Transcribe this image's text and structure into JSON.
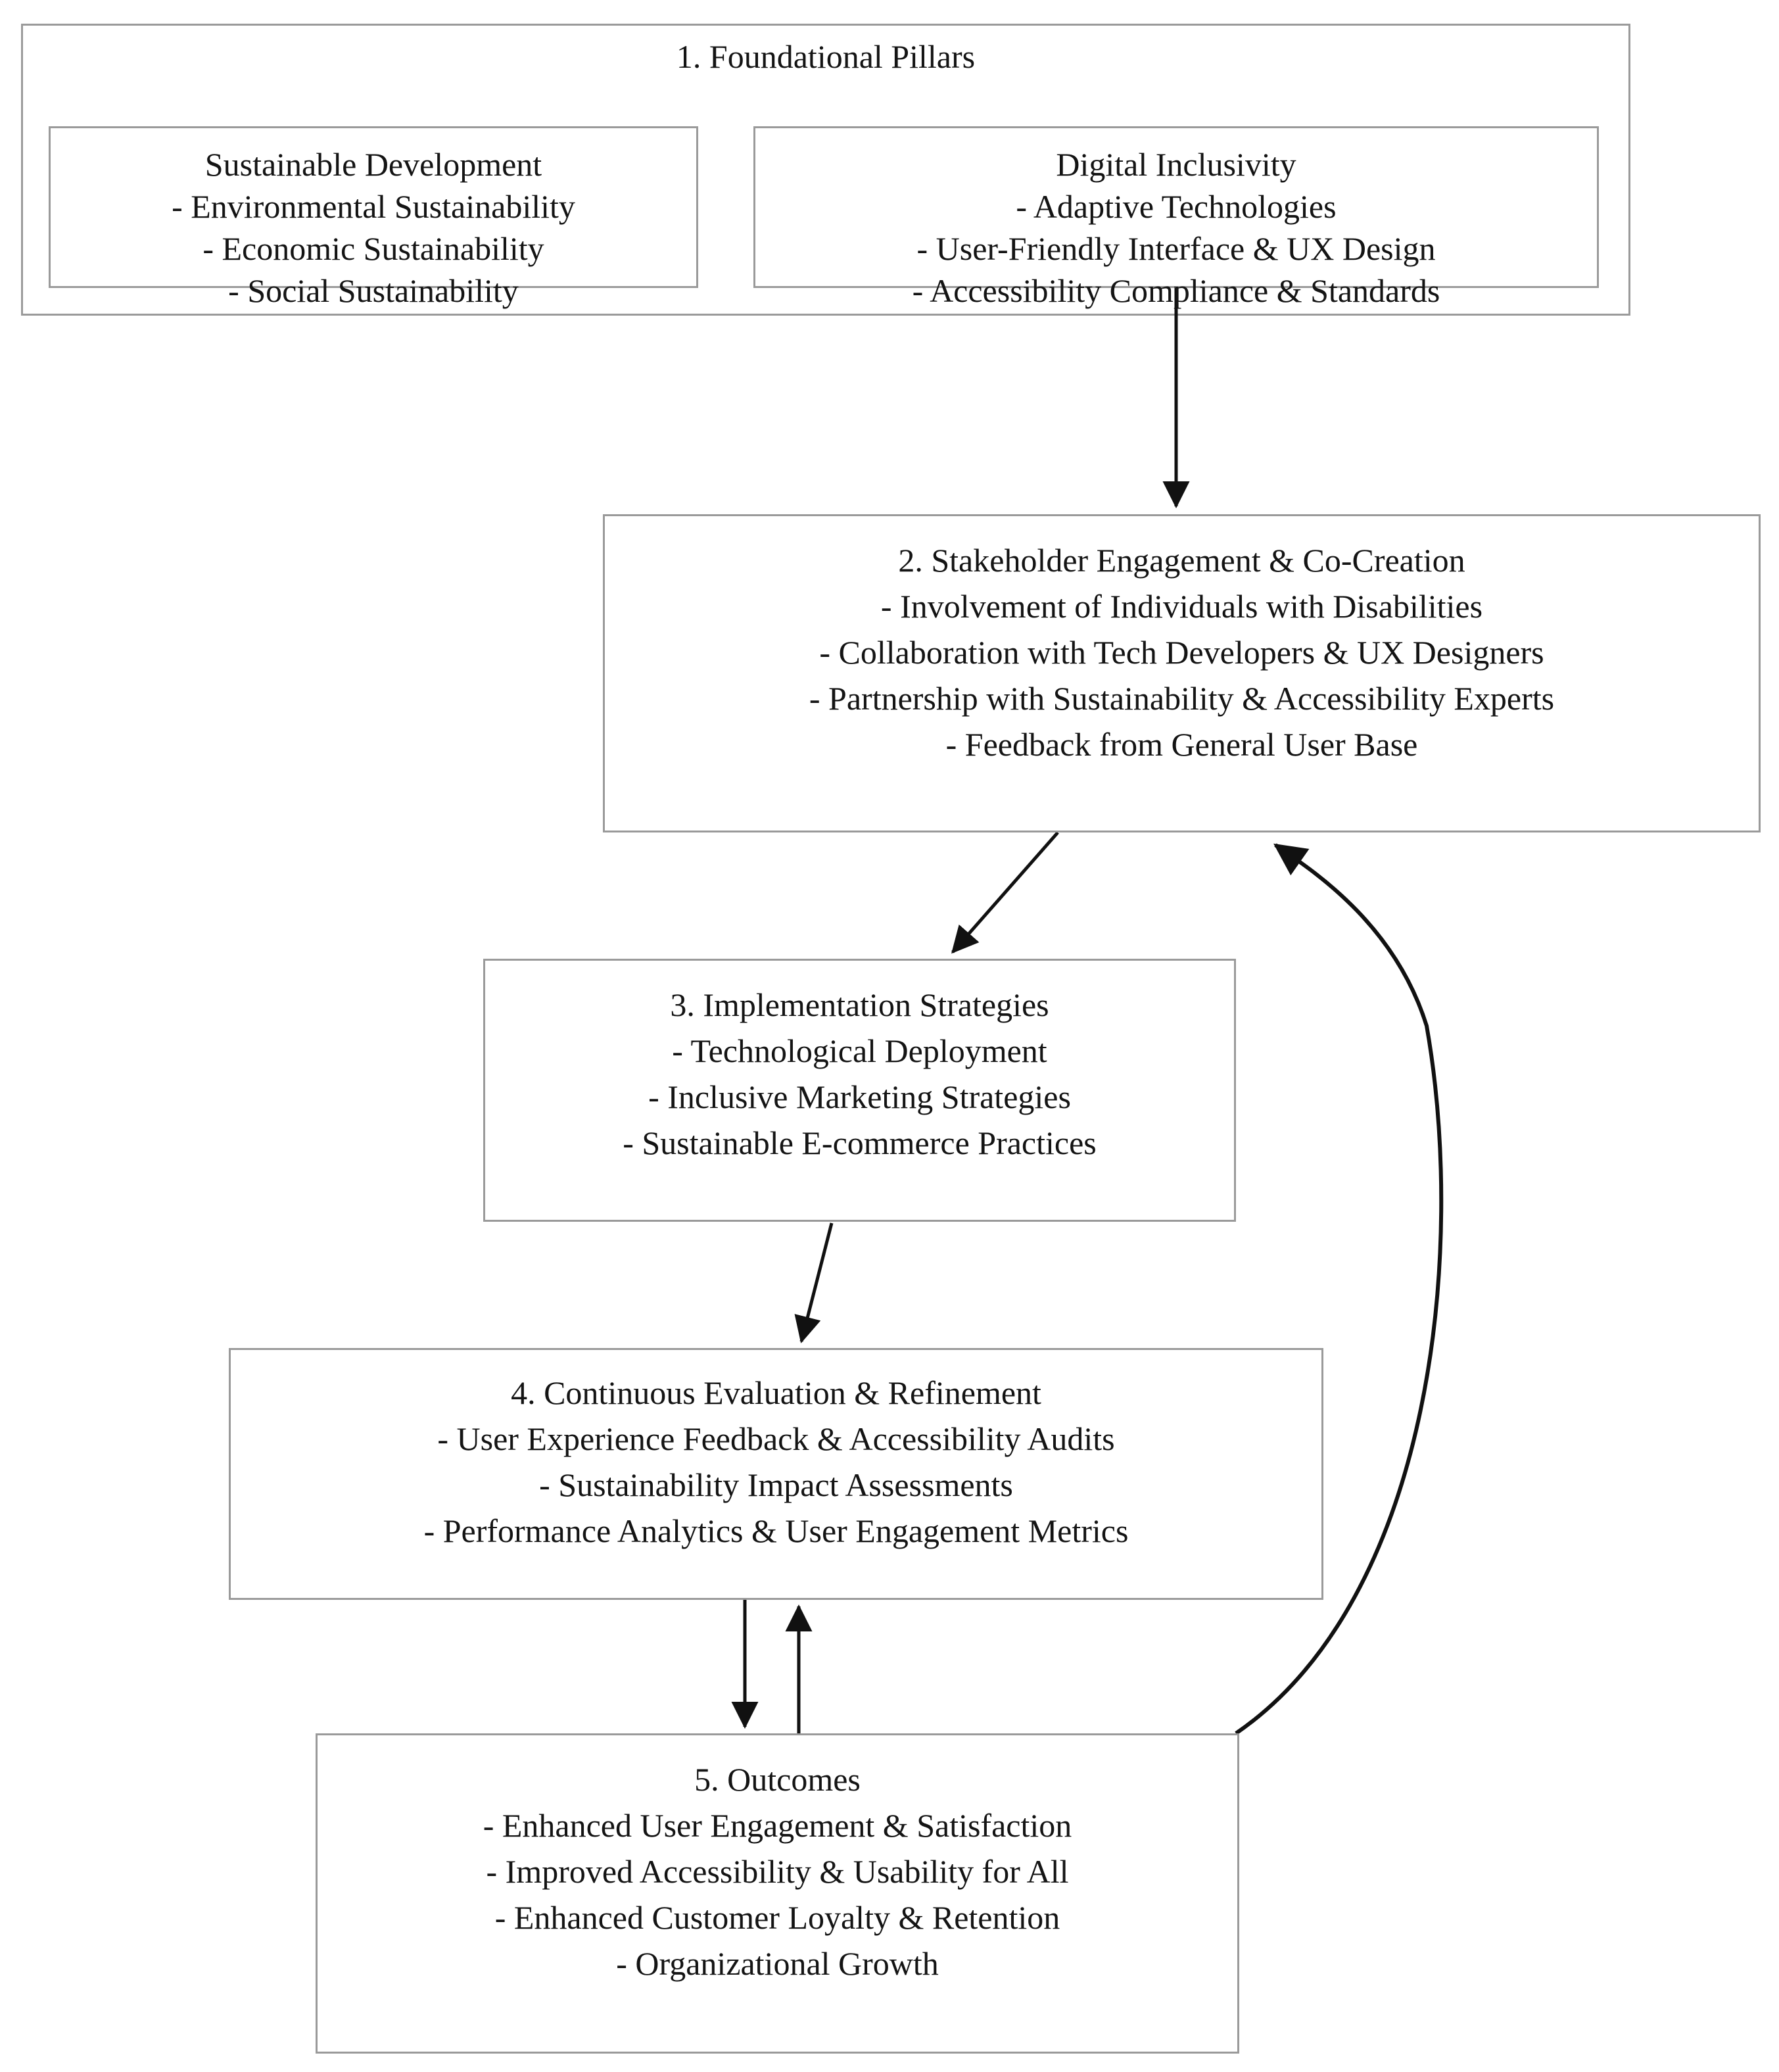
{
  "diagram": {
    "title": "Sustainable Digital Inclusivity Framework",
    "background_color": "#ffffff",
    "border_color": "#9a9a9a",
    "text_color": "#141414",
    "arrow_color": "#111111"
  },
  "nodes": {
    "group1": {
      "title": "1. Foundational Pillars"
    },
    "sustainable_development": {
      "heading": "Sustainable Development",
      "items": [
        "- Environmental Sustainability",
        "- Economic Sustainability",
        "- Social Sustainability"
      ]
    },
    "digital_inclusivity": {
      "heading": "Digital Inclusivity",
      "items": [
        "- Adaptive Technologies",
        "- User-Friendly Interface & UX Design",
        "- Accessibility Compliance & Standards"
      ]
    },
    "stakeholder": {
      "heading": "2. Stakeholder Engagement & Co-Creation",
      "items": [
        "- Involvement of Individuals with Disabilities",
        "- Collaboration with Tech Developers & UX Designers",
        "- Partnership with Sustainability & Accessibility Experts",
        "- Feedback from General User Base"
      ]
    },
    "implementation": {
      "heading": "3. Implementation Strategies",
      "items": [
        "- Technological Deployment",
        "- Inclusive Marketing Strategies",
        "- Sustainable E-commerce Practices"
      ]
    },
    "evaluation": {
      "heading": "4. Continuous Evaluation & Refinement",
      "items": [
        "- User Experience Feedback & Accessibility Audits",
        "- Sustainability Impact Assessments",
        "- Performance Analytics & User Engagement Metrics"
      ]
    },
    "outcomes": {
      "heading": "5. Outcomes",
      "items": [
        "- Enhanced User Engagement & Satisfaction",
        "- Improved Accessibility & Usability for All",
        "- Enhanced Customer Loyalty & Retention",
        "- Organizational Growth"
      ]
    }
  },
  "edges": [
    {
      "id": "edge-inclusivity-to-stakeholder",
      "from": "digital_inclusivity",
      "to": "stakeholder",
      "style": "straight-down"
    },
    {
      "id": "edge-stakeholder-to-implementation",
      "from": "stakeholder",
      "to": "implementation",
      "style": "diagonal-down-left"
    },
    {
      "id": "edge-implementation-to-evaluation",
      "from": "implementation",
      "to": "evaluation",
      "style": "diagonal-down-left"
    },
    {
      "id": "edge-evaluation-to-outcomes",
      "from": "evaluation",
      "to": "outcomes",
      "style": "straight-down"
    },
    {
      "id": "edge-outcomes-to-evaluation",
      "from": "outcomes",
      "to": "evaluation",
      "style": "straight-up"
    },
    {
      "id": "edge-outcomes-to-stakeholder",
      "from": "outcomes",
      "to": "stakeholder",
      "style": "curved-feedback-up"
    }
  ]
}
